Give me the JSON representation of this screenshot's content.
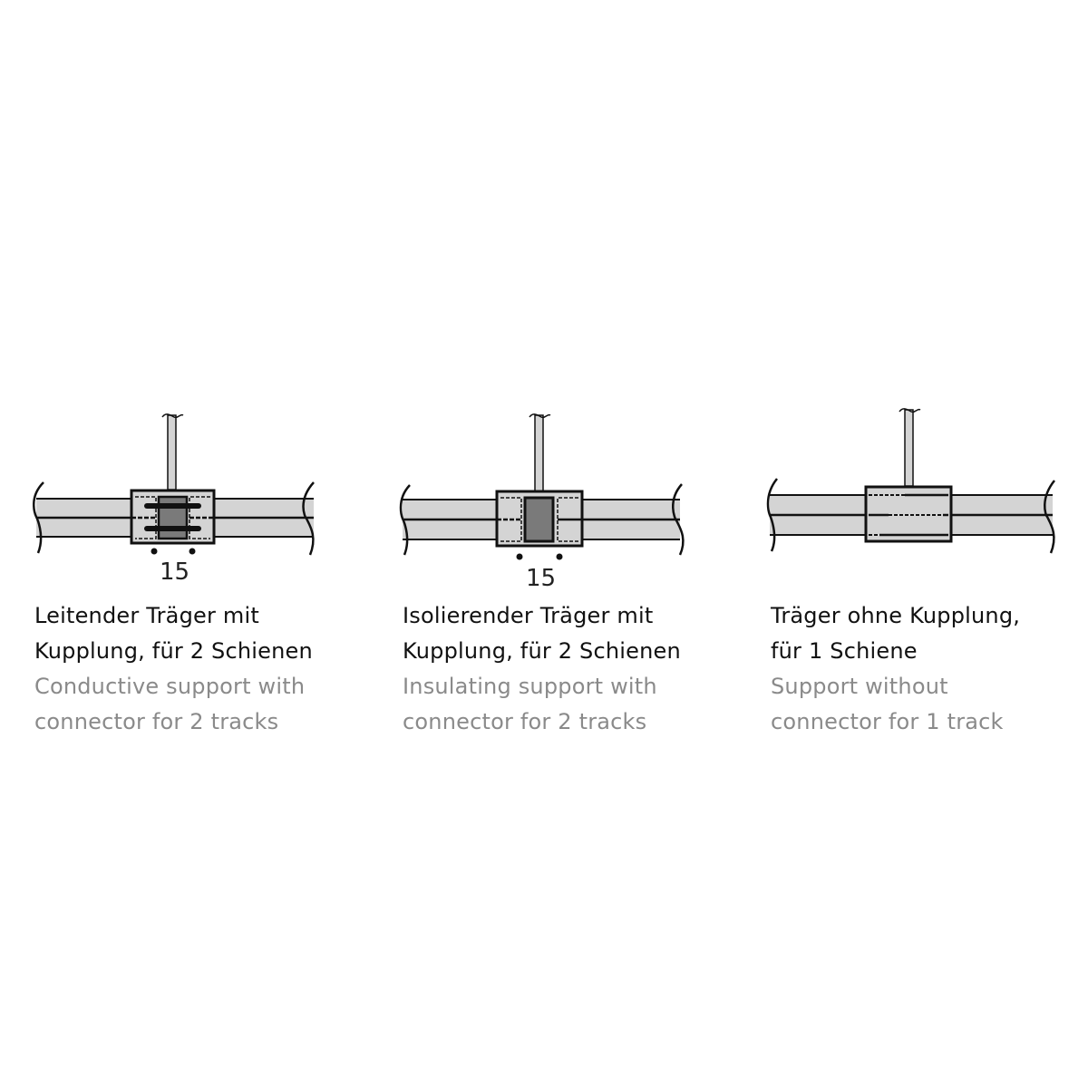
{
  "colors": {
    "rail_fill": "#d4d4d4",
    "outline": "#111111",
    "insulator_fill": "#7a7a7a",
    "text_primary": "#111111",
    "text_secondary": "#8a8a8a"
  },
  "panels": [
    {
      "id": "conductive",
      "dimension_label": "15",
      "caption_de": [
        "Leitender Träger mit",
        "Kupplung, für 2 Schienen"
      ],
      "caption_en": [
        "Conductive support with",
        "connector for 2 tracks"
      ]
    },
    {
      "id": "insulating",
      "dimension_label": "15",
      "caption_de": [
        "Isolierender Träger mit",
        "Kupplung, für 2 Schienen"
      ],
      "caption_en": [
        "Insulating support with",
        "connector for 2 tracks"
      ]
    },
    {
      "id": "no-connector",
      "caption_de": [
        "Träger ohne Kupplung,",
        "für 1 Schiene"
      ],
      "caption_en": [
        "Support without",
        "connector for 1 track"
      ]
    }
  ]
}
